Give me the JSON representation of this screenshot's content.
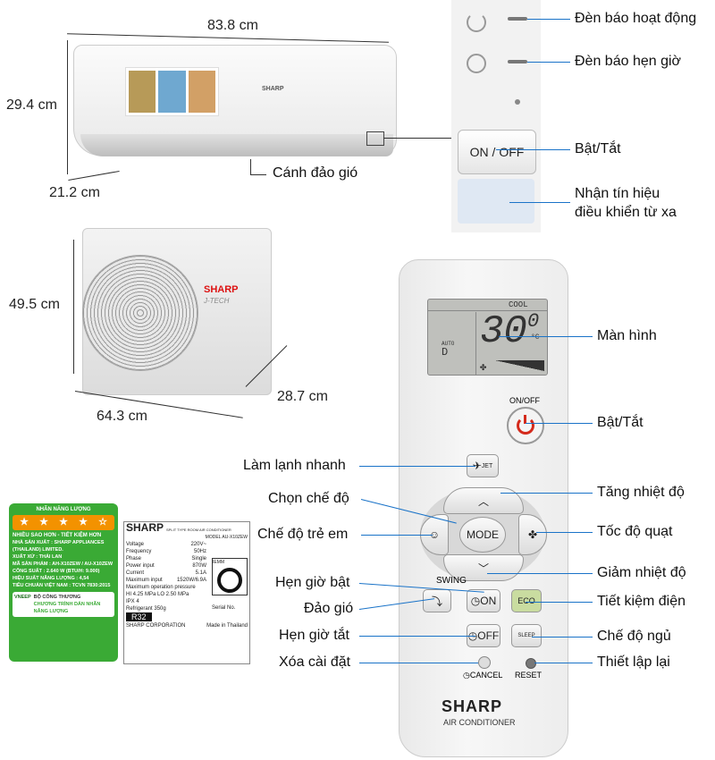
{
  "indoor": {
    "width": "83.8 cm",
    "height": "29.4 cm",
    "depth": "21.2 cm",
    "brand": "SHARP",
    "label_louver": "Cánh đảo gió"
  },
  "panel": {
    "on_off": "ON / OFF",
    "labels": {
      "operation_lamp": "Đèn báo hoạt động",
      "timer_lamp": "Đèn báo hẹn giờ",
      "power": "Bật/Tắt",
      "receiver_1": "Nhận tín hiệu",
      "receiver_2": "điều khiển từ xa"
    }
  },
  "outdoor": {
    "height": "49.5 cm",
    "width": "64.3 cm",
    "depth": "28.7 cm",
    "brand": "SHARP",
    "sub": "J-TECH"
  },
  "remote": {
    "screen": {
      "mode": "COOL",
      "temp": "30",
      "decimal": "0",
      "unit": "°C",
      "auto": "AUTO",
      "fan_mode": "D"
    },
    "on_off": "ON/OFF",
    "jet": "JET",
    "mode": "MODE",
    "swing": "SWING",
    "on": "ON",
    "off": "OFF",
    "eco": "ECO",
    "sleep": "SLEEP",
    "cancel": "CANCEL",
    "reset": "RESET",
    "brand": "SHARP",
    "sub": "AIR CONDITIONER",
    "labels": {
      "screen": "Màn hình",
      "power": "Bật/Tắt",
      "jet": "Làm lạnh nhanh",
      "mode": "Chọn chế độ",
      "temp_up": "Tăng nhiệt độ",
      "child": "Chế độ trẻ em",
      "fan": "Tốc độ quạt",
      "temp_down": "Giảm nhiệt độ",
      "timer_on": "Hẹn giờ bật",
      "swing": "Đảo gió",
      "eco": "Tiết kiệm điện",
      "timer_off": "Hẹn giờ tắt",
      "sleep": "Chế độ ngủ",
      "cancel": "Xóa cài đặt",
      "reset": "Thiết lập lại"
    }
  },
  "energy_label": {
    "title": "NHÃN NĂNG LƯỢNG",
    "stars": [
      "1",
      "2",
      "3",
      "4",
      "5"
    ],
    "slogan": "NHIỀU SAO HƠN - TIẾT KIỆM HƠN",
    "maker": "NHÀ SẢN XUẤT : SHARP APPLIANCES (THAILAND) LIMITED.",
    "origin": "XUẤT XỨ : THÁI LAN",
    "model": "MÃ SẢN PHẨM : AH-X10ZEW / AU-X10ZEW",
    "power": "CÔNG SUẤT : 2.640 W (BTU/H: 9.000)",
    "efficiency": "HIỆU SUẤT NĂNG LƯỢNG : 4,54",
    "standard": "TIÊU CHUẨN VIỆT NAM : TCVN 7830:2015",
    "ministry": "BỘ CÔNG THƯƠNG",
    "program": "CHƯƠNG TRÌNH DÁN NHÃN NĂNG LƯỢNG",
    "logo": "VNEEP"
  },
  "spec_label": {
    "brand": "SHARP",
    "type": "SPLIT TYPE ROOM AIR CONDITIONER",
    "model": "MODEL   AU-X10ZEW",
    "rows": [
      [
        "Voltage",
        "220V~"
      ],
      [
        "Frequency",
        "50Hz"
      ],
      [
        "Phase",
        "Single"
      ],
      [
        "Power input",
        "870W"
      ],
      [
        "Current",
        "5.1A"
      ],
      [
        "Maximum input",
        "1520W/6.9A"
      ]
    ],
    "pressure": "Maximum operation pressure",
    "pressure_val": "HI 4.25 MPa  LO 2.50 MPa",
    "ipx": "IPX 4",
    "refrigerant": "Refrigerant",
    "r32": "R32",
    "charge": "350g",
    "corp": "SHARP CORPORATION",
    "serial": "Serial No.",
    "made": "Made in Thailand",
    "iemm": "IEMM"
  }
}
